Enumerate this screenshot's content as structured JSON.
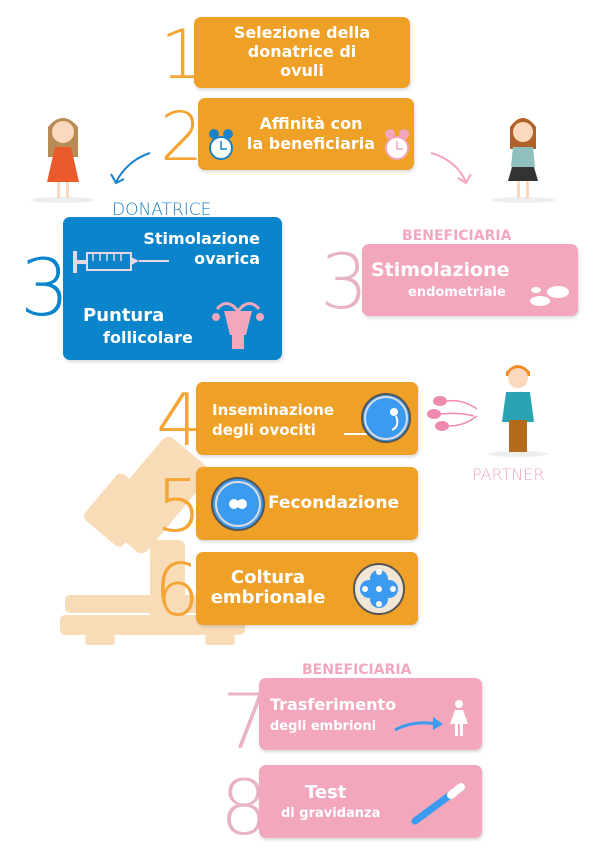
{
  "steps": [
    {
      "number": "1",
      "lines": [
        "Selezione della",
        "donatrice di",
        "ovuli"
      ]
    },
    {
      "number": "2",
      "lines": [
        "Affinità con",
        "la beneficiaria"
      ]
    },
    {
      "number": "3",
      "title": "Stimolazione",
      "title2": "ovarica",
      "sub_title": "Puntura",
      "sub_title2": "follicolare"
    },
    {
      "number": "3",
      "title": "Stimolazione",
      "subtitle": "endometriale"
    },
    {
      "number": "4",
      "lines": [
        "Inseminazione",
        "degli ovociti"
      ]
    },
    {
      "number": "5",
      "lines": [
        "Fecondazione"
      ]
    },
    {
      "number": "6",
      "lines": [
        "Coltura",
        "embrionale"
      ]
    },
    {
      "number": "7",
      "title": "Trasferimento",
      "subtitle": "degli embrioni"
    },
    {
      "number": "8",
      "title": "Test",
      "subtitle": "di gravidanza"
    }
  ],
  "labels": {
    "donor": "DONATRICE",
    "recipient": "BENEFICIARIA",
    "recipient2": "BENEFICIARIA",
    "partner": "PARTNER"
  },
  "colors": {
    "orange": "#efa027",
    "blue": "#0a84ca",
    "pink": "#f2a7bd",
    "microscope": "#f8dcb8"
  }
}
